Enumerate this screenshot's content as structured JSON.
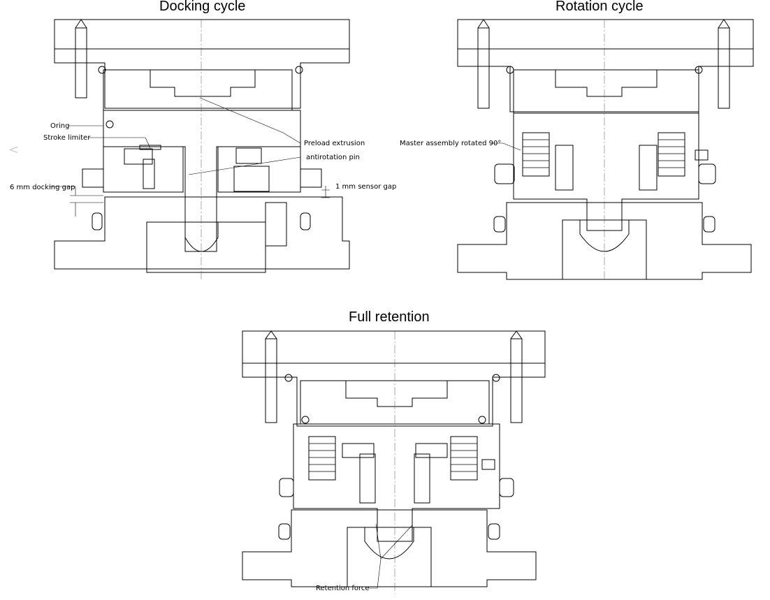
{
  "panels": {
    "docking": {
      "title": "Docking cycle"
    },
    "rotation": {
      "title": "Rotation cycle"
    },
    "retention": {
      "title": "Full retention"
    }
  },
  "labels": {
    "oring": "Oring",
    "stroke_limiter": "Stroke limiter",
    "docking_gap": "6 mm docking gap",
    "preload_extrusion": "Preload extrusion",
    "antirotation_pin": "antirotation pin",
    "sensor_gap": "1 mm sensor gap",
    "master_assembly": "Master assembly rotated 90°",
    "retention_force": "Retention force"
  },
  "nav": {
    "left_arrow": "<"
  }
}
